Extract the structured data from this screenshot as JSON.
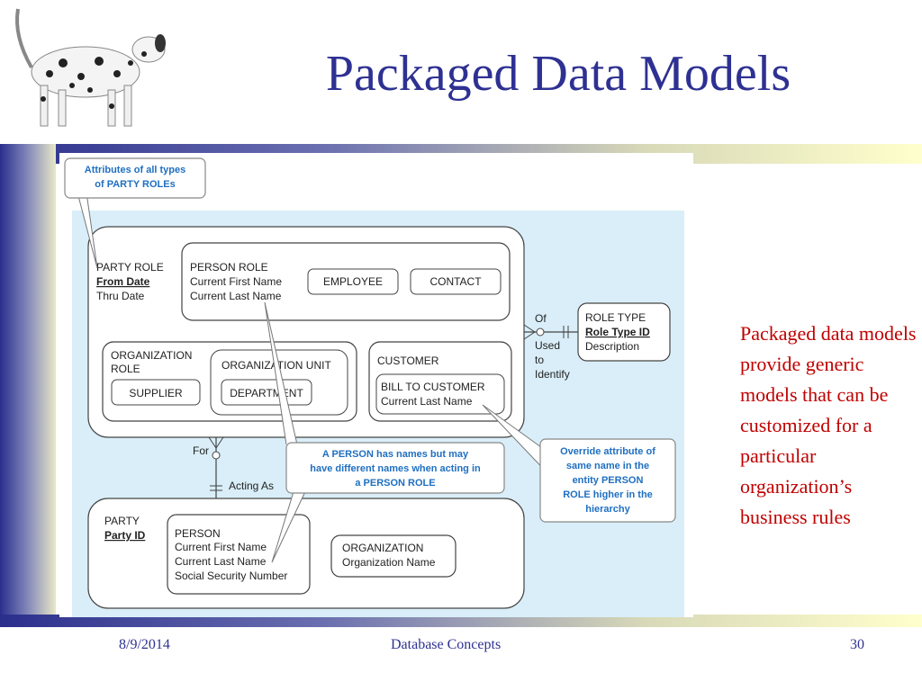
{
  "slide": {
    "title": "Packaged Data Models",
    "bullet": "Packaged data models provide generic models that can be customized for a particular organization’s business rules",
    "footer_date": "8/9/2014",
    "footer_center": "Database Concepts",
    "footer_page": "30",
    "colors": {
      "title": "#2e3192",
      "bullet": "#c00000",
      "callout": "#1f6fc1"
    }
  },
  "diagram": {
    "callouts": {
      "party_role_attr": [
        "Attributes of all types",
        "of PARTY ROLEs"
      ],
      "person_names": [
        "A PERSON has names but may",
        "have different names when acting in",
        "a PERSON ROLE"
      ],
      "override": [
        "Override attribute of",
        "same name in the",
        "entity PERSON",
        "ROLE higher in the",
        "hierarchy"
      ]
    },
    "party_role": {
      "name": "PARTY ROLE",
      "attrs": [
        "From Date",
        "Thru Date"
      ]
    },
    "person_role": {
      "name": "PERSON ROLE",
      "attrs": [
        "Current First Name",
        "Current Last Name"
      ]
    },
    "employee": "EMPLOYEE",
    "contact": "CONTACT",
    "organization_role": [
      "ORGANIZATION",
      "ROLE"
    ],
    "supplier": "SUPPLIER",
    "organization_unit": "ORGANIZATION UNIT",
    "department": "DEPARTMENT",
    "customer": "CUSTOMER",
    "bill_to_customer": {
      "name": "BILL TO CUSTOMER",
      "attrs": [
        "Current Last Name"
      ]
    },
    "role_type": {
      "name": "ROLE TYPE",
      "attrs": [
        "Role Type ID",
        "Description"
      ]
    },
    "rel_role_type": [
      "Of",
      "Used",
      "to",
      "Identify"
    ],
    "rel_for": "For",
    "rel_acting_as": "Acting As",
    "party": {
      "name": "PARTY",
      "attrs": [
        "Party ID"
      ]
    },
    "person": {
      "name": "PERSON",
      "attrs": [
        "Current First Name",
        "Current Last Name",
        "Social Security Number"
      ]
    },
    "organization": {
      "name": "ORGANIZATION",
      "attrs": [
        "Organization Name"
      ]
    }
  }
}
